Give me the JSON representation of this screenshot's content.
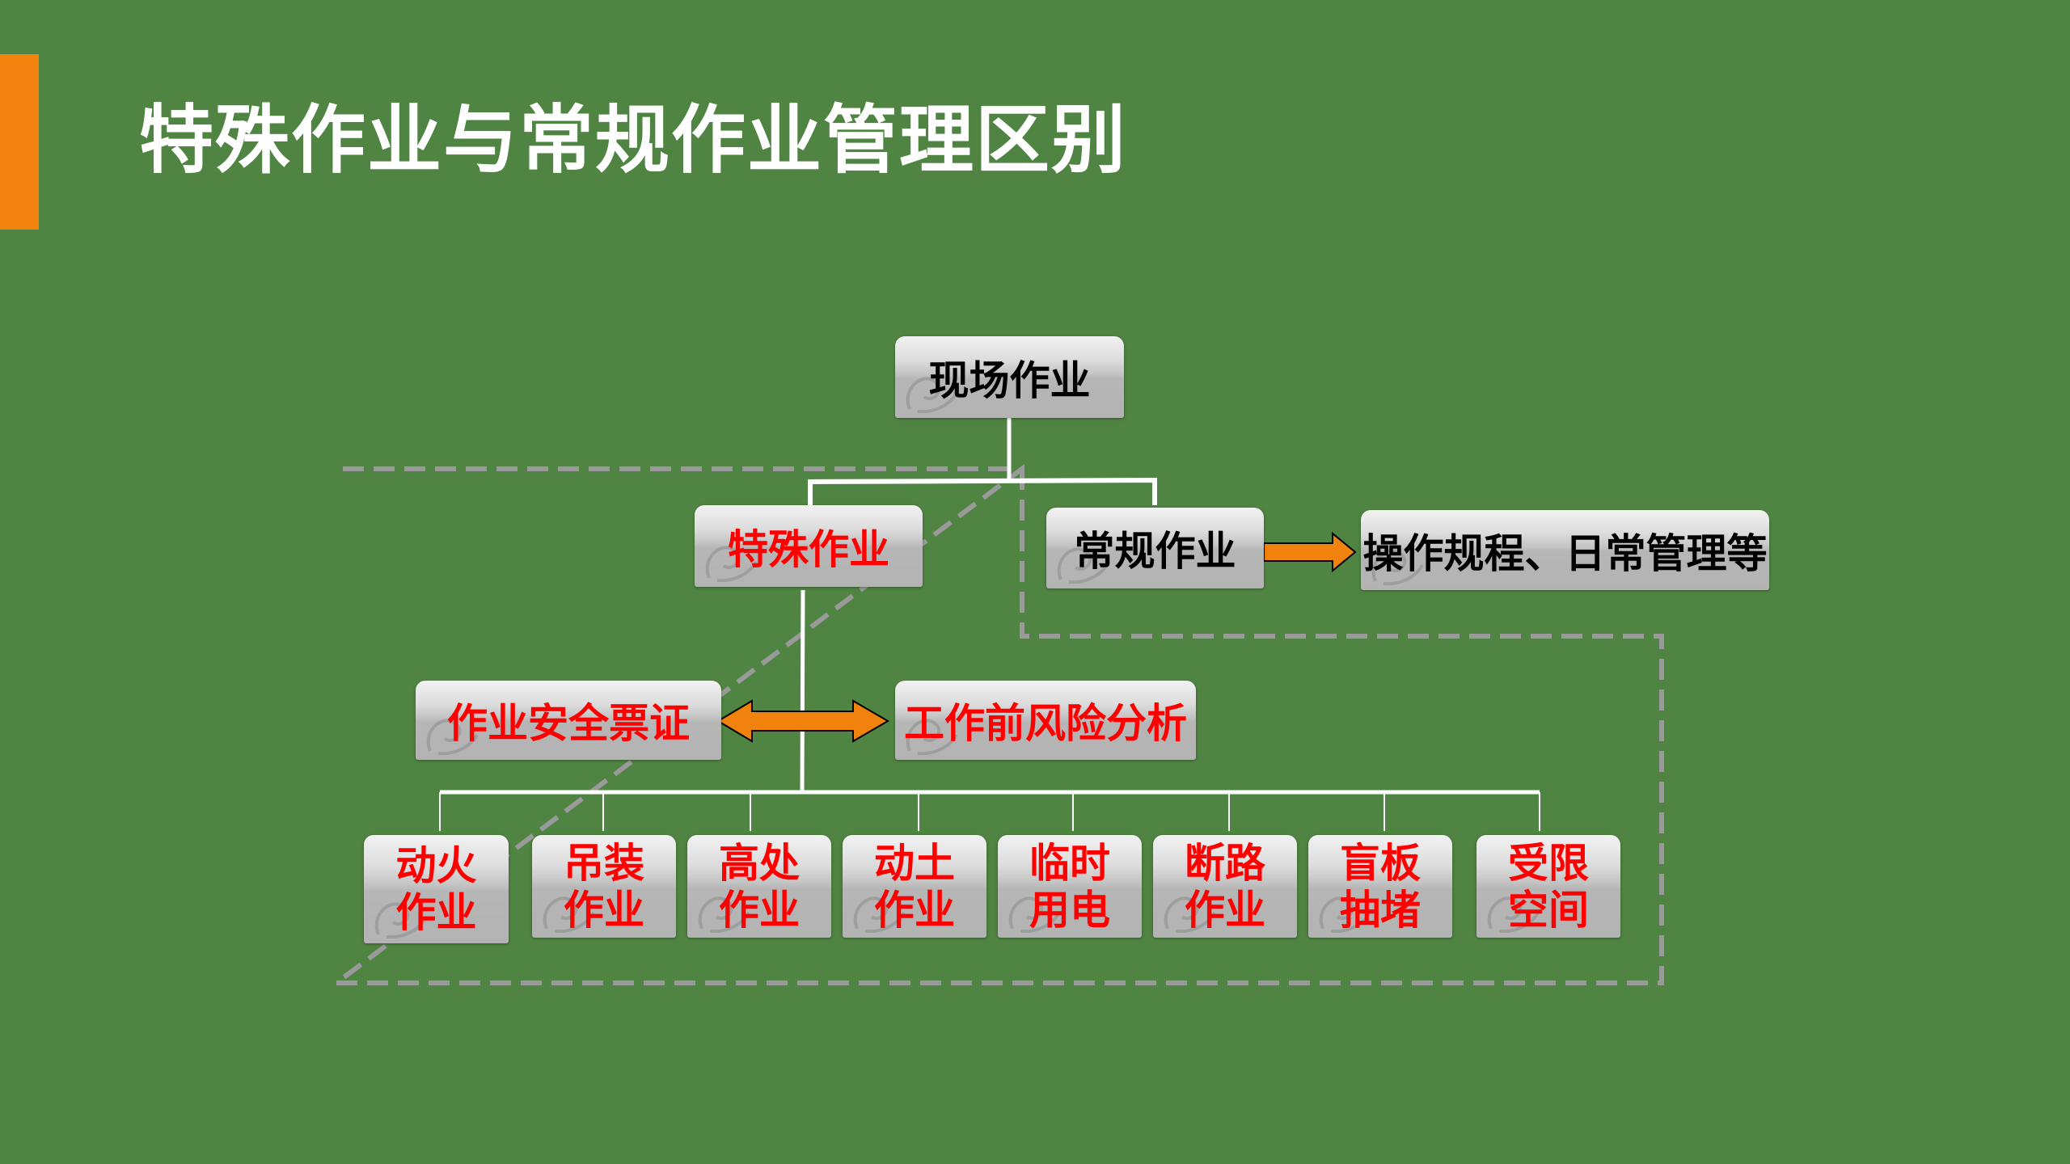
{
  "slide": {
    "title": "特殊作业与常规作业管理区别",
    "colors": {
      "background": "#4f8442",
      "accent": "#f0820d",
      "highlight_text": "#ff0000",
      "normal_text": "#000000",
      "arrow_fill": "#f0820d",
      "dashed_border": "#9a9a9a"
    }
  },
  "diagram": {
    "root": {
      "label": "现场作业"
    },
    "special": {
      "label": "特殊作业"
    },
    "routine": {
      "label": "常规作业"
    },
    "routine_result": {
      "label": "操作规程、日常管理等"
    },
    "special_left": {
      "label": "作业安全票证"
    },
    "special_right": {
      "label": "工作前风险分析"
    },
    "arrow_routine": {
      "icon": "right-arrow-icon"
    },
    "arrow_bidirectional": {
      "icon": "double-arrow-icon"
    },
    "leaves": [
      {
        "line1": "动火",
        "line2": "作业"
      },
      {
        "line1": "吊装",
        "line2": "作业"
      },
      {
        "line1": "高处",
        "line2": "作业"
      },
      {
        "line1": "动土",
        "line2": "作业"
      },
      {
        "line1": "临时",
        "line2": "用电"
      },
      {
        "line1": "断路",
        "line2": "作业"
      },
      {
        "line1": "盲板",
        "line2": "抽堵"
      },
      {
        "line1": "受限",
        "line2": "空间"
      }
    ]
  }
}
